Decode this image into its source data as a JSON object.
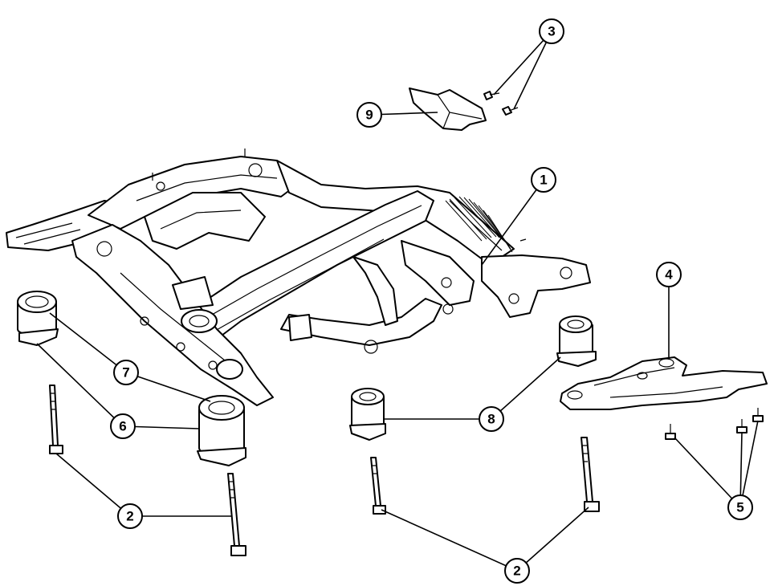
{
  "diagram": {
    "callouts": {
      "crossmember": "1",
      "bolt_left_front": "2",
      "bolt_center": "2",
      "screws_heat_shield": "3",
      "brace": "4",
      "screws_brace": "5",
      "bushing_lower_left": "6",
      "bushing_upper_left": "7",
      "bushings_right": "8",
      "heat_shield": "9"
    }
  }
}
